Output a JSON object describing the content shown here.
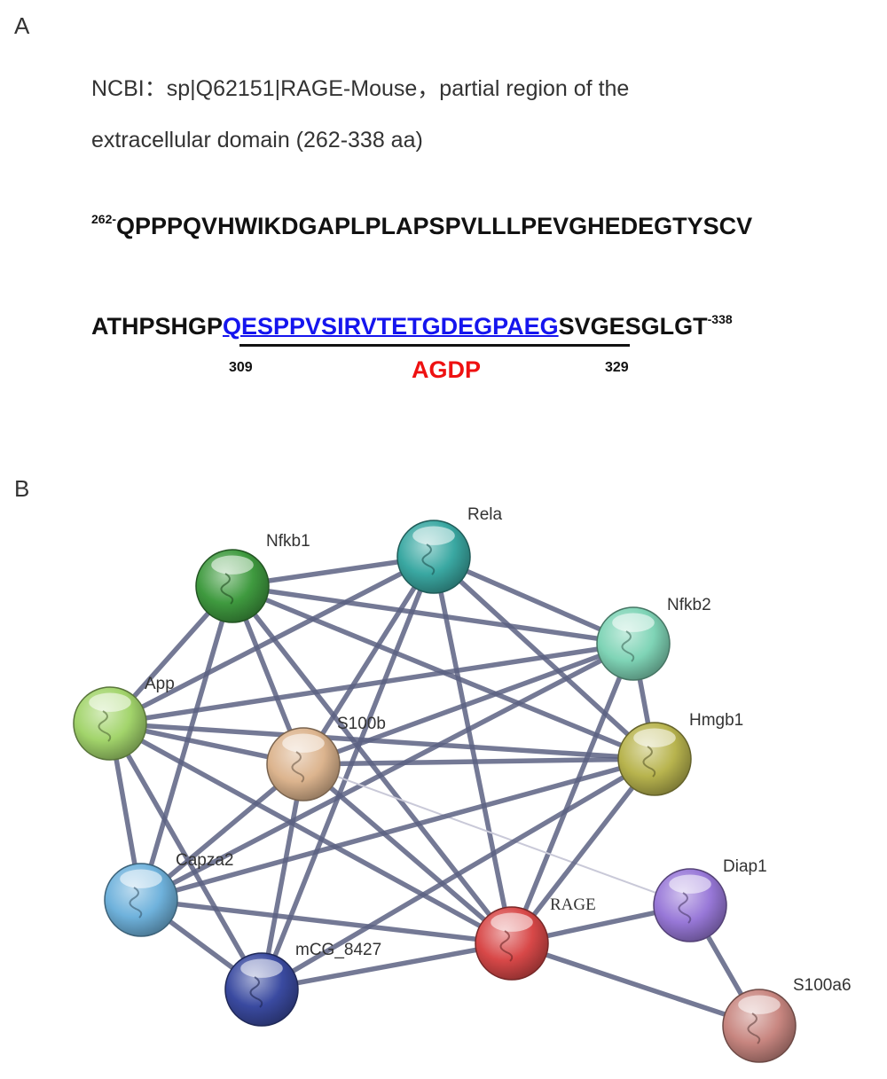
{
  "panel_a": {
    "label": "A",
    "description_line1": "NCBI：sp|Q62151|RAGE-Mouse，partial region of the",
    "description_line2": "extracellular domain (262-338 aa)",
    "sequence_line1": {
      "start_number": "262-",
      "residues": "QPPPQVHWIKDGAPLPLAPSPVLLLPEVGHEDEGTYSCV"
    },
    "sequence_line2": {
      "prefix": "ATHPSHGP",
      "highlight": "QESPPVSIRVTETGDEGPAEG",
      "suffix": "SVGESGLGT",
      "end_number": "-338"
    },
    "highlight_start": "309",
    "highlight_end": "329",
    "peptide_name": "AGDP"
  },
  "panel_b": {
    "label": "B",
    "nodes": [
      {
        "id": "Nfkb1",
        "label": "Nfkb1",
        "color": "#3f9a3f"
      },
      {
        "id": "Rela",
        "label": "Rela",
        "color": "#3aa8a2"
      },
      {
        "id": "Nfkb2",
        "label": "Nfkb2",
        "color": "#7fd4b6"
      },
      {
        "id": "App",
        "label": "App",
        "color": "#a2d46b"
      },
      {
        "id": "S100b",
        "label": "S100b",
        "color": "#dcb48e"
      },
      {
        "id": "Hmgb1",
        "label": "Hmgb1",
        "color": "#b8b44e"
      },
      {
        "id": "Capza2",
        "label": "Capza2",
        "color": "#6fb2dc"
      },
      {
        "id": "Diap1",
        "label": "Diap1",
        "color": "#9878d8"
      },
      {
        "id": "RAGE",
        "label": "RAGE",
        "color": "#d84848"
      },
      {
        "id": "mCG_8427",
        "label": "mCG_8427",
        "color": "#3a4aa0"
      },
      {
        "id": "S100a6",
        "label": "S100a6",
        "color": "#c88680"
      }
    ],
    "edges": [
      {
        "source": "Nfkb1",
        "target": "Rela",
        "strength": "strong"
      },
      {
        "source": "Nfkb1",
        "target": "Nfkb2",
        "strength": "strong"
      },
      {
        "source": "Nfkb1",
        "target": "App",
        "strength": "strong"
      },
      {
        "source": "Nfkb1",
        "target": "S100b",
        "strength": "strong"
      },
      {
        "source": "Nfkb1",
        "target": "Hmgb1",
        "strength": "strong"
      },
      {
        "source": "Nfkb1",
        "target": "RAGE",
        "strength": "strong"
      },
      {
        "source": "Nfkb1",
        "target": "Capza2",
        "strength": "strong"
      },
      {
        "source": "Rela",
        "target": "Nfkb2",
        "strength": "strong"
      },
      {
        "source": "Rela",
        "target": "App",
        "strength": "strong"
      },
      {
        "source": "Rela",
        "target": "S100b",
        "strength": "strong"
      },
      {
        "source": "Rela",
        "target": "Hmgb1",
        "strength": "strong"
      },
      {
        "source": "Rela",
        "target": "RAGE",
        "strength": "strong"
      },
      {
        "source": "Rela",
        "target": "mCG_8427",
        "strength": "strong"
      },
      {
        "source": "Nfkb2",
        "target": "App",
        "strength": "strong"
      },
      {
        "source": "Nfkb2",
        "target": "S100b",
        "strength": "strong"
      },
      {
        "source": "Nfkb2",
        "target": "Hmgb1",
        "strength": "strong"
      },
      {
        "source": "Nfkb2",
        "target": "RAGE",
        "strength": "strong"
      },
      {
        "source": "Nfkb2",
        "target": "Capza2",
        "strength": "strong"
      },
      {
        "source": "App",
        "target": "S100b",
        "strength": "strong"
      },
      {
        "source": "App",
        "target": "Hmgb1",
        "strength": "strong"
      },
      {
        "source": "App",
        "target": "Capza2",
        "strength": "strong"
      },
      {
        "source": "App",
        "target": "mCG_8427",
        "strength": "strong"
      },
      {
        "source": "App",
        "target": "RAGE",
        "strength": "strong"
      },
      {
        "source": "S100b",
        "target": "Hmgb1",
        "strength": "strong"
      },
      {
        "source": "S100b",
        "target": "Capza2",
        "strength": "strong"
      },
      {
        "source": "S100b",
        "target": "mCG_8427",
        "strength": "strong"
      },
      {
        "source": "S100b",
        "target": "RAGE",
        "strength": "strong"
      },
      {
        "source": "S100b",
        "target": "Diap1",
        "strength": "weak"
      },
      {
        "source": "Hmgb1",
        "target": "Capza2",
        "strength": "strong"
      },
      {
        "source": "Hmgb1",
        "target": "mCG_8427",
        "strength": "strong"
      },
      {
        "source": "Hmgb1",
        "target": "RAGE",
        "strength": "strong"
      },
      {
        "source": "Capza2",
        "target": "mCG_8427",
        "strength": "strong"
      },
      {
        "source": "Capza2",
        "target": "RAGE",
        "strength": "strong"
      },
      {
        "source": "mCG_8427",
        "target": "RAGE",
        "strength": "strong"
      },
      {
        "source": "RAGE",
        "target": "Diap1",
        "strength": "strong"
      },
      {
        "source": "RAGE",
        "target": "S100a6",
        "strength": "strong"
      },
      {
        "source": "Diap1",
        "target": "S100a6",
        "strength": "strong"
      }
    ]
  }
}
